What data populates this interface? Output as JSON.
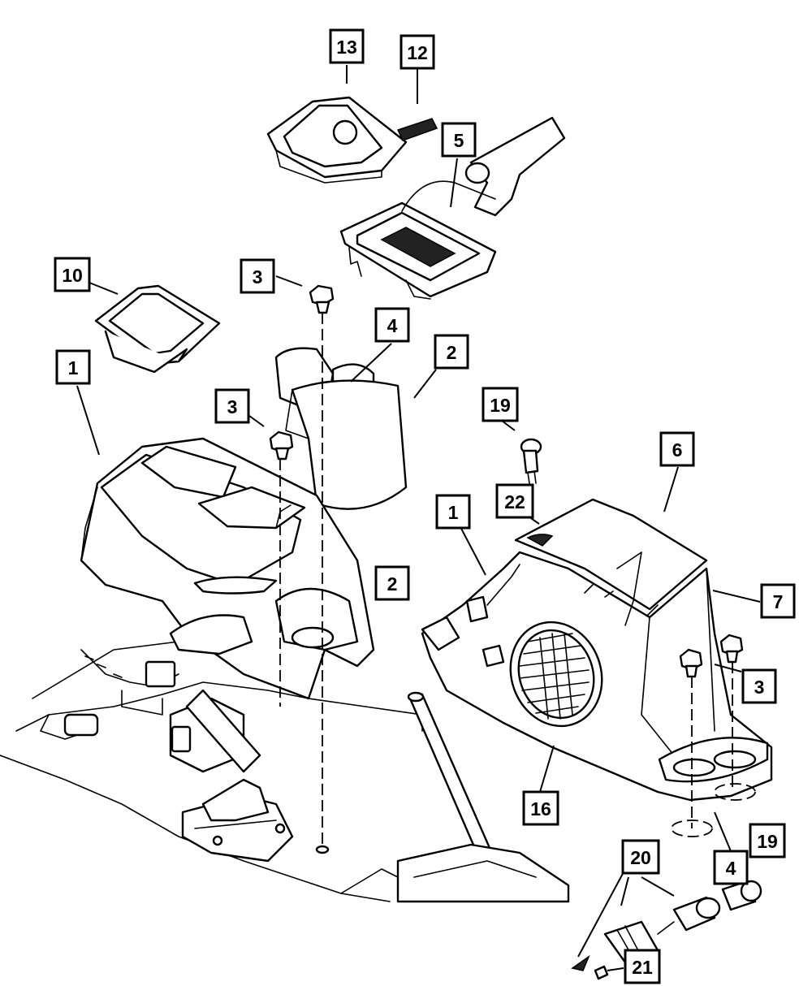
{
  "callouts": [
    {
      "id": "c13",
      "label": "13"
    },
    {
      "id": "c12",
      "label": "12"
    },
    {
      "id": "c5",
      "label": "5"
    },
    {
      "id": "c10",
      "label": "10"
    },
    {
      "id": "c3a",
      "label": "3"
    },
    {
      "id": "c4a",
      "label": "4"
    },
    {
      "id": "c2a",
      "label": "2"
    },
    {
      "id": "c1a",
      "label": "1"
    },
    {
      "id": "c3b",
      "label": "3"
    },
    {
      "id": "c19a",
      "label": "19"
    },
    {
      "id": "c6",
      "label": "6"
    },
    {
      "id": "c22",
      "label": "22"
    },
    {
      "id": "c1b",
      "label": "1"
    },
    {
      "id": "c2b",
      "label": "2"
    },
    {
      "id": "c7",
      "label": "7"
    },
    {
      "id": "c3c",
      "label": "3"
    },
    {
      "id": "c16",
      "label": "16"
    },
    {
      "id": "c4b",
      "label": "4"
    },
    {
      "id": "c19b",
      "label": "19"
    },
    {
      "id": "c20",
      "label": "20"
    },
    {
      "id": "c21",
      "label": "21"
    }
  ]
}
